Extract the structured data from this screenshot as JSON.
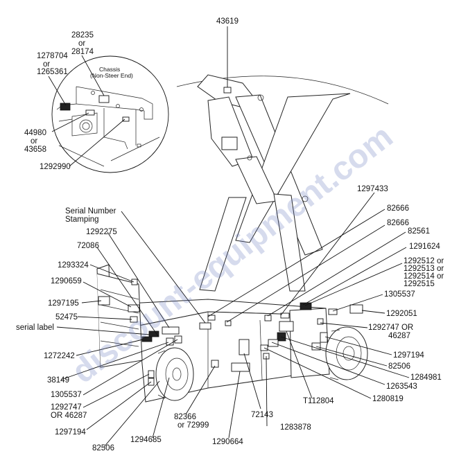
{
  "watermark": "discount-equipment.com",
  "detail": {
    "title": "Chassis",
    "subtitle": "(Non-Steer End)"
  },
  "labels": {
    "p43619": "43619",
    "p28235": "28235",
    "or1": "or",
    "p28174": "28174",
    "p1278704": "1278704",
    "or2": "or",
    "p1265361": "1265361",
    "p44980": "44980",
    "or3": "or",
    "p43658": "43658",
    "p1292990": "1292990",
    "p1297433": "1297433",
    "p82666a": "82666",
    "p82666b": "82666",
    "p82561": "82561",
    "serial1": "Serial Number",
    "serial2": "Stamping",
    "p1292275": "1292275",
    "p72086": "72086",
    "p1291624": "1291624",
    "p1292512": "1292512  or",
    "p1292513": "1292513  or",
    "p1292514": "1292514  or",
    "p1292515": "1292515",
    "p1293324": "1293324",
    "p1290659": "1290659",
    "p1305537r": "1305537",
    "p1297195": "1297195",
    "p1292051": "1292051",
    "p52475": "52475",
    "p1292747r1": "1292747 OR",
    "p1292747r2": "46287",
    "serial_label": "serial label",
    "p1297194r": "1297194",
    "p1272242": "1272242",
    "p82506r": "82506",
    "p1284981": "1284981",
    "p38149": "38149",
    "p1263543": "1263543",
    "p1305537l": "1305537",
    "p1280819": "1280819",
    "p1292747l1": "1292747",
    "p1292747l2": "OR 46287",
    "pT112804": "T112804",
    "p1297194l": "1297194",
    "p82366a": "82366",
    "p82366b": "or 72999",
    "p72143": "72143",
    "p1283878": "1283878",
    "p82506l": "82506",
    "p1294685": "1294685",
    "p1290664": "1290664"
  }
}
